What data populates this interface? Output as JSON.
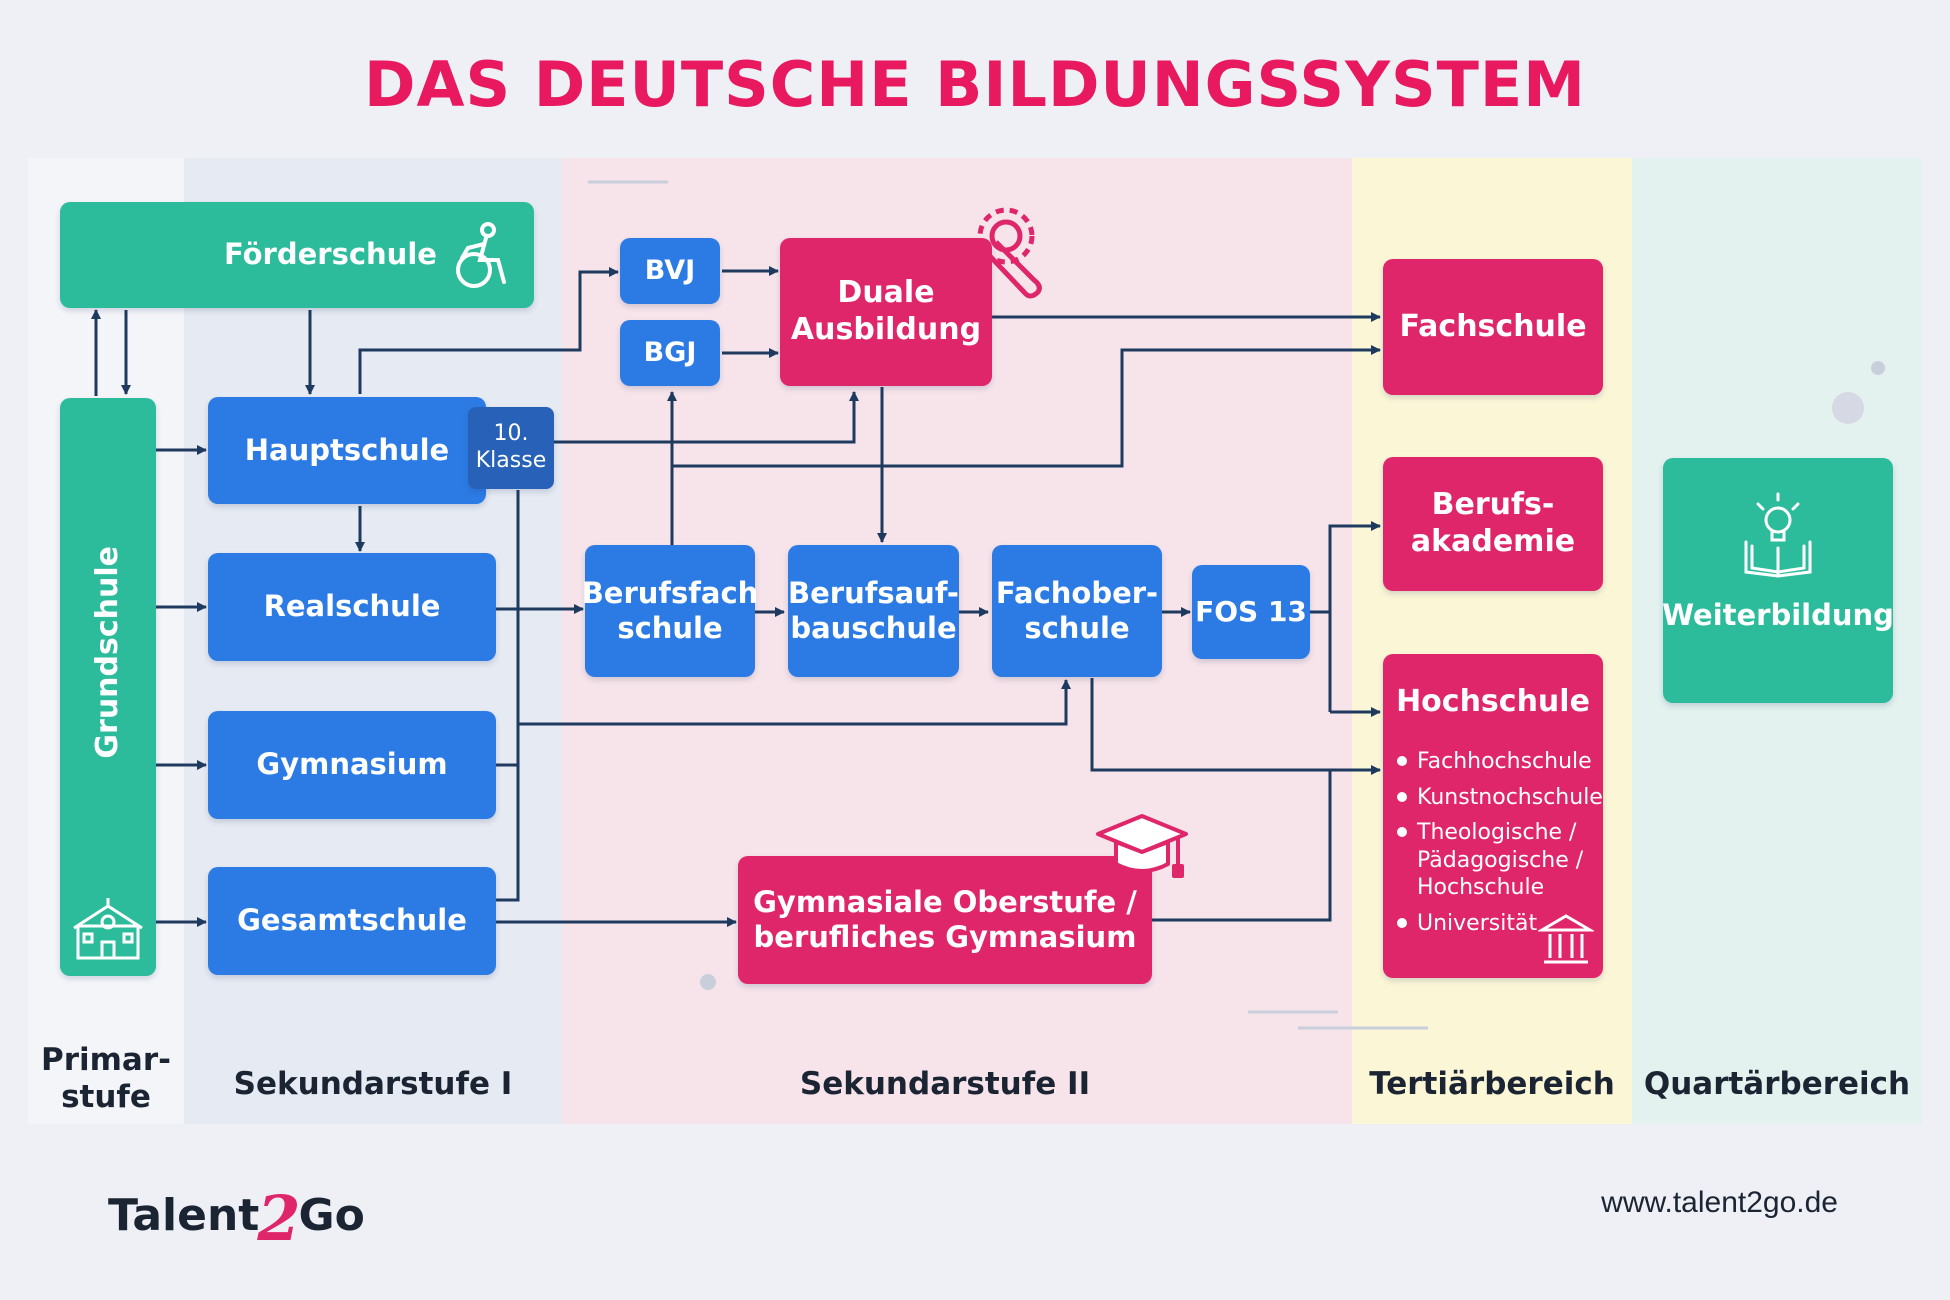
{
  "title": "DAS DEUTSCHE BILDUNGSSYSTEM",
  "colors": {
    "title": "#e8195e",
    "blue": "#2c7be5",
    "pink": "#e0266a",
    "teal": "#2cbc9c",
    "arrow": "#1e3a5f"
  },
  "stages": {
    "primar": "Primar-\nstufe",
    "sek1": "Sekundarstufe I",
    "sek2": "Sekundarstufe II",
    "tertiaer": "Tertiärbereich",
    "quartaer": "Quartärbereich"
  },
  "boxes": {
    "foerderschule": "Förderschule",
    "grundschule": "Grundschule",
    "hauptschule": "Hauptschule",
    "klasse10": "10.\nKlasse",
    "realschule": "Realschule",
    "gymnasium": "Gymnasium",
    "gesamtschule": "Gesamtschule",
    "bvj": "BVJ",
    "bgj": "BGJ",
    "duale_ausbildung": "Duale\nAusbildung",
    "berufsfachschule": "Berufsfach\nschule",
    "berufsaufbauschule": "Berufsauf-\nbauschule",
    "fachoberschule": "Fachober-\nschule",
    "fos13": "FOS 13",
    "gymnasiale_oberstufe": "Gymnasiale Oberstufe /\nberufliches Gymnasium",
    "fachschule": "Fachschule",
    "berufsakademie": "Berufs-\nakademie",
    "hochschule": "Hochschule",
    "weiterbildung": "Weiterbildung"
  },
  "hochschule_items": [
    "Fachhochschule",
    "Kunstnochschule",
    "Theologische /\nPädagogische /\nHochschule",
    "Universität"
  ],
  "icons": [
    "wheelchair-icon",
    "school-building-icon",
    "gears-wrench-icon",
    "graduation-cap-icon",
    "university-icon",
    "lightbulb-book-icon"
  ],
  "footer": {
    "logo_a": "Talent",
    "logo_two": "2",
    "logo_b": "Go",
    "url": "www.talent2go.de"
  }
}
